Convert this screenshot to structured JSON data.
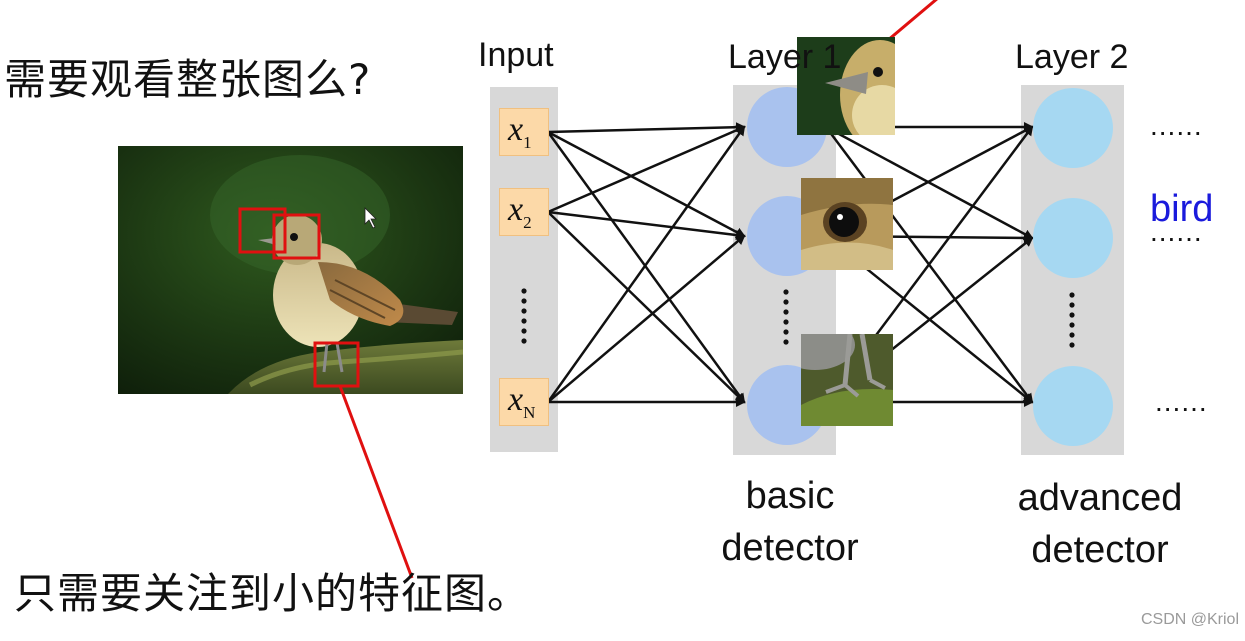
{
  "question_text": "需要观看整张图么?",
  "answer_text": "只需要关注到小的特征图。",
  "columns": {
    "input_title": "Input",
    "layer1_title": "Layer 1",
    "layer2_title": "Layer 2"
  },
  "inputs": [
    {
      "var": "x",
      "sub": "1"
    },
    {
      "var": "x",
      "sub": "2"
    },
    {
      "var": "x",
      "sub": "N"
    }
  ],
  "captions": {
    "layer1": [
      "basic",
      "detector"
    ],
    "layer2": [
      "advanced",
      "detector"
    ]
  },
  "side_dots": [
    "......",
    "......",
    "......"
  ],
  "bird_label": "bird",
  "watermark": "CSDN @Kriol",
  "colors": {
    "highlight_box": "#e01010",
    "pointer_line": "#e01010",
    "neuron_l1": "#a9c2ee",
    "neuron_l2": "#a6d8f2",
    "column_bg": "#d8d8d8",
    "input_cell": "#fcd9a8",
    "label_blue": "#1a1adc"
  }
}
